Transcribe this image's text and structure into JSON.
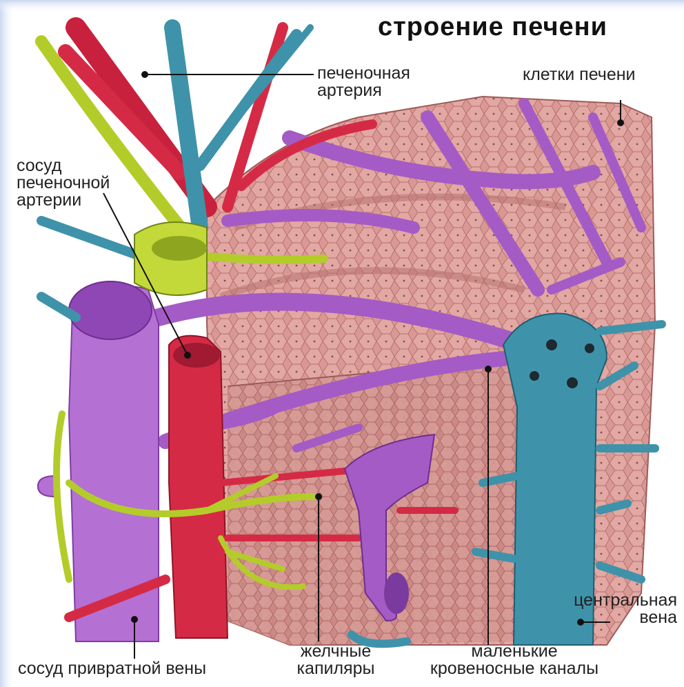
{
  "title": "строение печени",
  "labels": {
    "hepatic_artery": [
      "печеночная",
      "артерия"
    ],
    "liver_cells": [
      "клетки печени"
    ],
    "hepatic_artery_vessel": [
      "сосуд",
      "печеночной",
      "артерии"
    ],
    "central_vein": [
      "центральная",
      "вена"
    ],
    "bile_capillaries": [
      "желчные",
      "капиляры"
    ],
    "small_blood_channels": [
      "маленькие",
      "кровеносные каналы"
    ],
    "portal_vein_vessel": [
      "сосуд привратной вены"
    ]
  },
  "colors": {
    "background": "#eef2fb",
    "liver_tissue": "#d99894",
    "portal_vein": "#a45bc6",
    "hepatic_artery": "#d52a45",
    "central_vein": "#3e93aa",
    "bile_duct": "#b4cc2a"
  }
}
